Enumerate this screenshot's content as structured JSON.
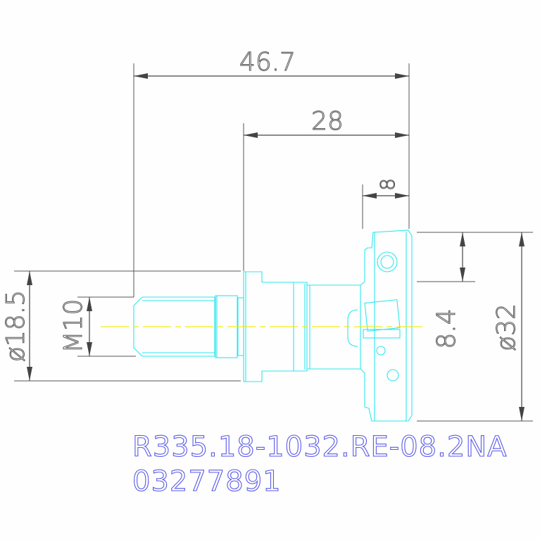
{
  "dimensions": {
    "overall_length": "46.7",
    "body_length": "28",
    "head_width": "8",
    "shank_diameter": "ø18.5",
    "thread": "M10",
    "radial_depth": "8.4",
    "cutter_diameter": "ø32"
  },
  "part": {
    "designation": "R335.18-1032.RE-08.2NA",
    "item_number": "03277891"
  },
  "colors": {
    "outline": "#2ee6ee",
    "centerline": "#f2ea1c",
    "dimension": "#444444",
    "part_text": "#5a5ae8"
  }
}
